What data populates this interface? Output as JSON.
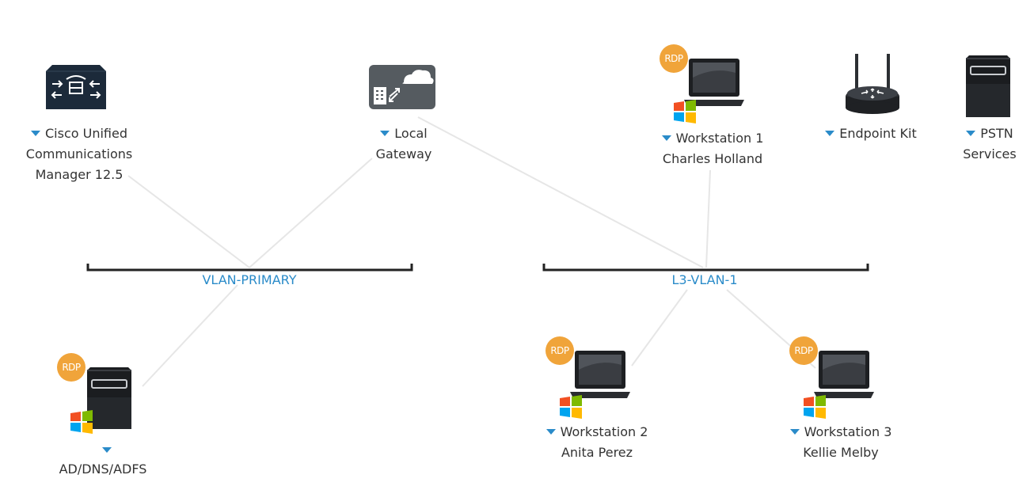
{
  "colors": {
    "accent": "#2a8bc9",
    "rdp_badge": "#f0a43a",
    "link": "#e6e6e6",
    "bar": "#222222"
  },
  "nodes": {
    "cucm": {
      "icon": "call-manager-icon",
      "line1": "Cisco Unified",
      "line2": "Communications",
      "line3": "Manager 12.5"
    },
    "gateway": {
      "icon": "gateway-icon",
      "line1": "Local",
      "line2": "Gateway"
    },
    "ws1": {
      "icon": "laptop-icon",
      "badge": "RDP",
      "line1": "Workstation 1",
      "line2": "Charles Holland"
    },
    "endpoint": {
      "icon": "router-icon",
      "line1": "Endpoint Kit"
    },
    "pstn": {
      "icon": "server-icon",
      "line1": "PSTN",
      "line2": "Services"
    },
    "ad": {
      "icon": "server-icon",
      "badge": "RDP",
      "line1": "AD/DNS/ADFS"
    },
    "ws2": {
      "icon": "laptop-icon",
      "badge": "RDP",
      "line1": "Workstation 2",
      "line2": "Anita Perez"
    },
    "ws3": {
      "icon": "laptop-icon",
      "badge": "RDP",
      "line1": "Workstation 3",
      "line2": "Kellie Melby"
    }
  },
  "networks": {
    "primary": {
      "label": "VLAN-PRIMARY"
    },
    "l3": {
      "label": "L3-VLAN-1"
    }
  }
}
